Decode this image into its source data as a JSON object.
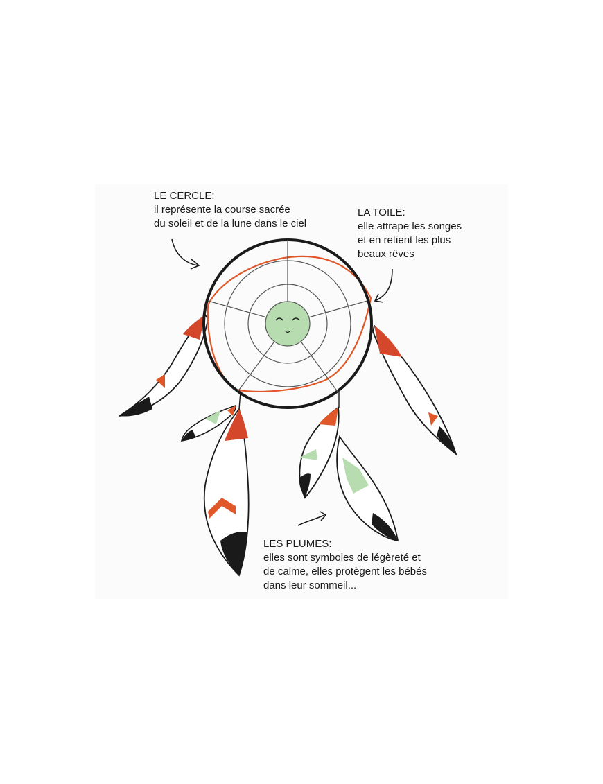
{
  "annotations": {
    "cercle": {
      "title": "LE CERCLE:",
      "lines": [
        "il représente la course sacrée",
        "du soleil et de la lune dans le ciel"
      ]
    },
    "toile": {
      "title": "LA TOILE:",
      "lines": [
        "elle attrape les songes",
        "et en retient les plus",
        "beaux rêves"
      ]
    },
    "plumes": {
      "title": "LES PLUMES:",
      "lines": [
        "elles sont symboles de légèreté et",
        "de calme, elles protègent les bébés",
        "dans leur sommeil..."
      ]
    }
  },
  "colors": {
    "accent_orange": "#e0582a",
    "feather_red": "#d4472a",
    "mint": "#b7dcb0",
    "ink": "#1a1a1a"
  }
}
